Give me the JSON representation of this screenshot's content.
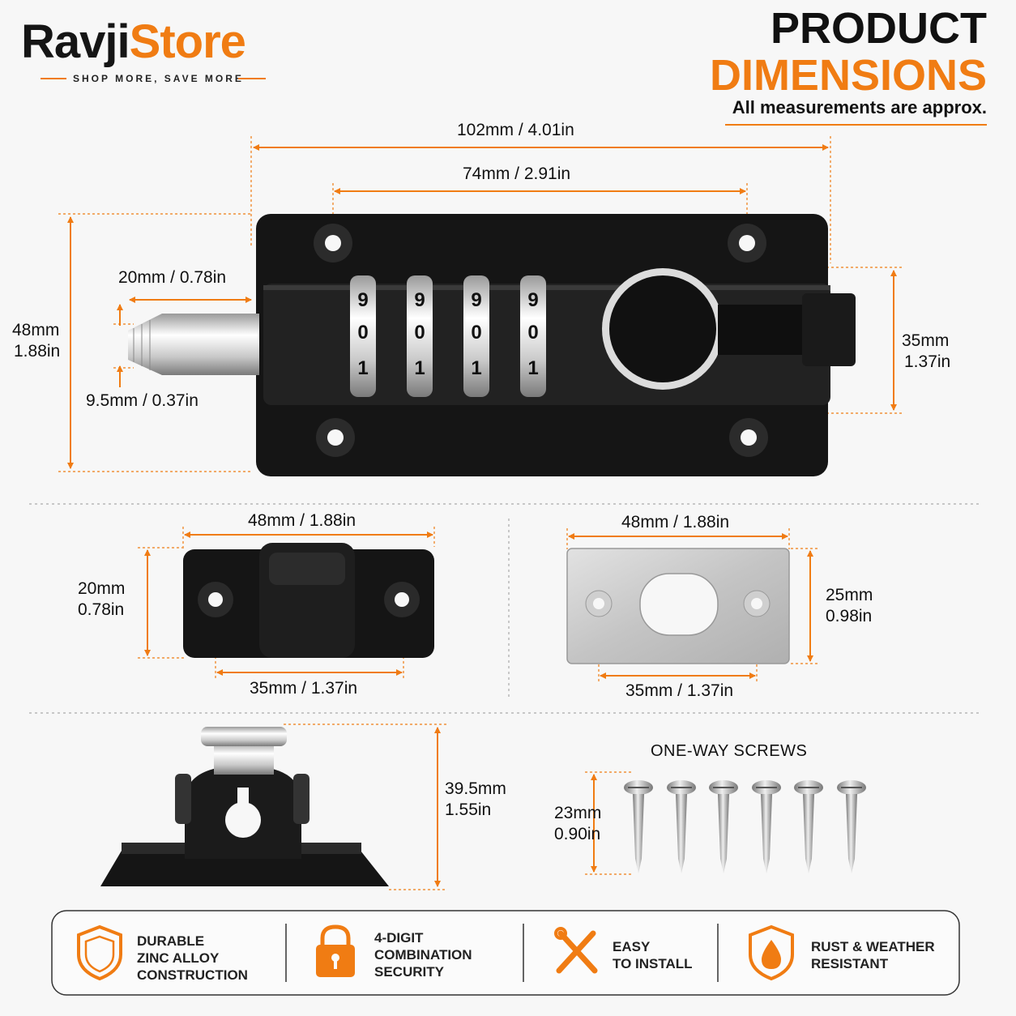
{
  "brand": {
    "name_dark": "Ravji",
    "name_orange": "Store",
    "tagline": "SHOP MORE, SAVE MORE"
  },
  "header": {
    "title_line1": "PRODUCT",
    "title_line2": "DIMENSIONS",
    "subtitle": "All measurements are approx."
  },
  "main_lock": {
    "overall_length": "102mm / 4.01in",
    "hole_spacing": "74mm / 2.91in",
    "bolt_length": "20mm / 0.78in",
    "bolt_diameter": "9.5mm / 0.37in",
    "height_mm": "48mm",
    "height_in": "1.88in",
    "slider_mm": "35mm",
    "slider_in": "1.37in",
    "dial_digits": [
      "9",
      "0",
      "1"
    ]
  },
  "keeper": {
    "width": "48mm / 1.88in",
    "height_mm": "20mm",
    "height_in": "0.78in",
    "hole_spacing": "35mm / 1.37in"
  },
  "strike_plate": {
    "width": "48mm / 1.88in",
    "height_mm": "25mm",
    "height_in": "0.98in",
    "hole_spacing": "35mm / 1.37in"
  },
  "latch": {
    "height_mm": "39.5mm",
    "height_in": "1.55in"
  },
  "screws": {
    "title": "ONE-WAY SCREWS",
    "length_mm": "23mm",
    "length_in": "0.90in",
    "count": 6
  },
  "features": [
    {
      "icon": "shield-icon",
      "line1": "DURABLE",
      "line2": "ZINC ALLOY",
      "line3": "CONSTRUCTION"
    },
    {
      "icon": "padlock-icon",
      "line1": "4-DIGIT",
      "line2": "COMBINATION",
      "line3": "SECURITY"
    },
    {
      "icon": "tools-icon",
      "line1": "EASY",
      "line2": "TO INSTALL"
    },
    {
      "icon": "water-shield-icon",
      "line1": "RUST & WEATHER",
      "line2": "RESISTANT"
    }
  ],
  "colors": {
    "accent": "#f07c13",
    "dark": "#151515",
    "background": "#f7f7f7"
  }
}
